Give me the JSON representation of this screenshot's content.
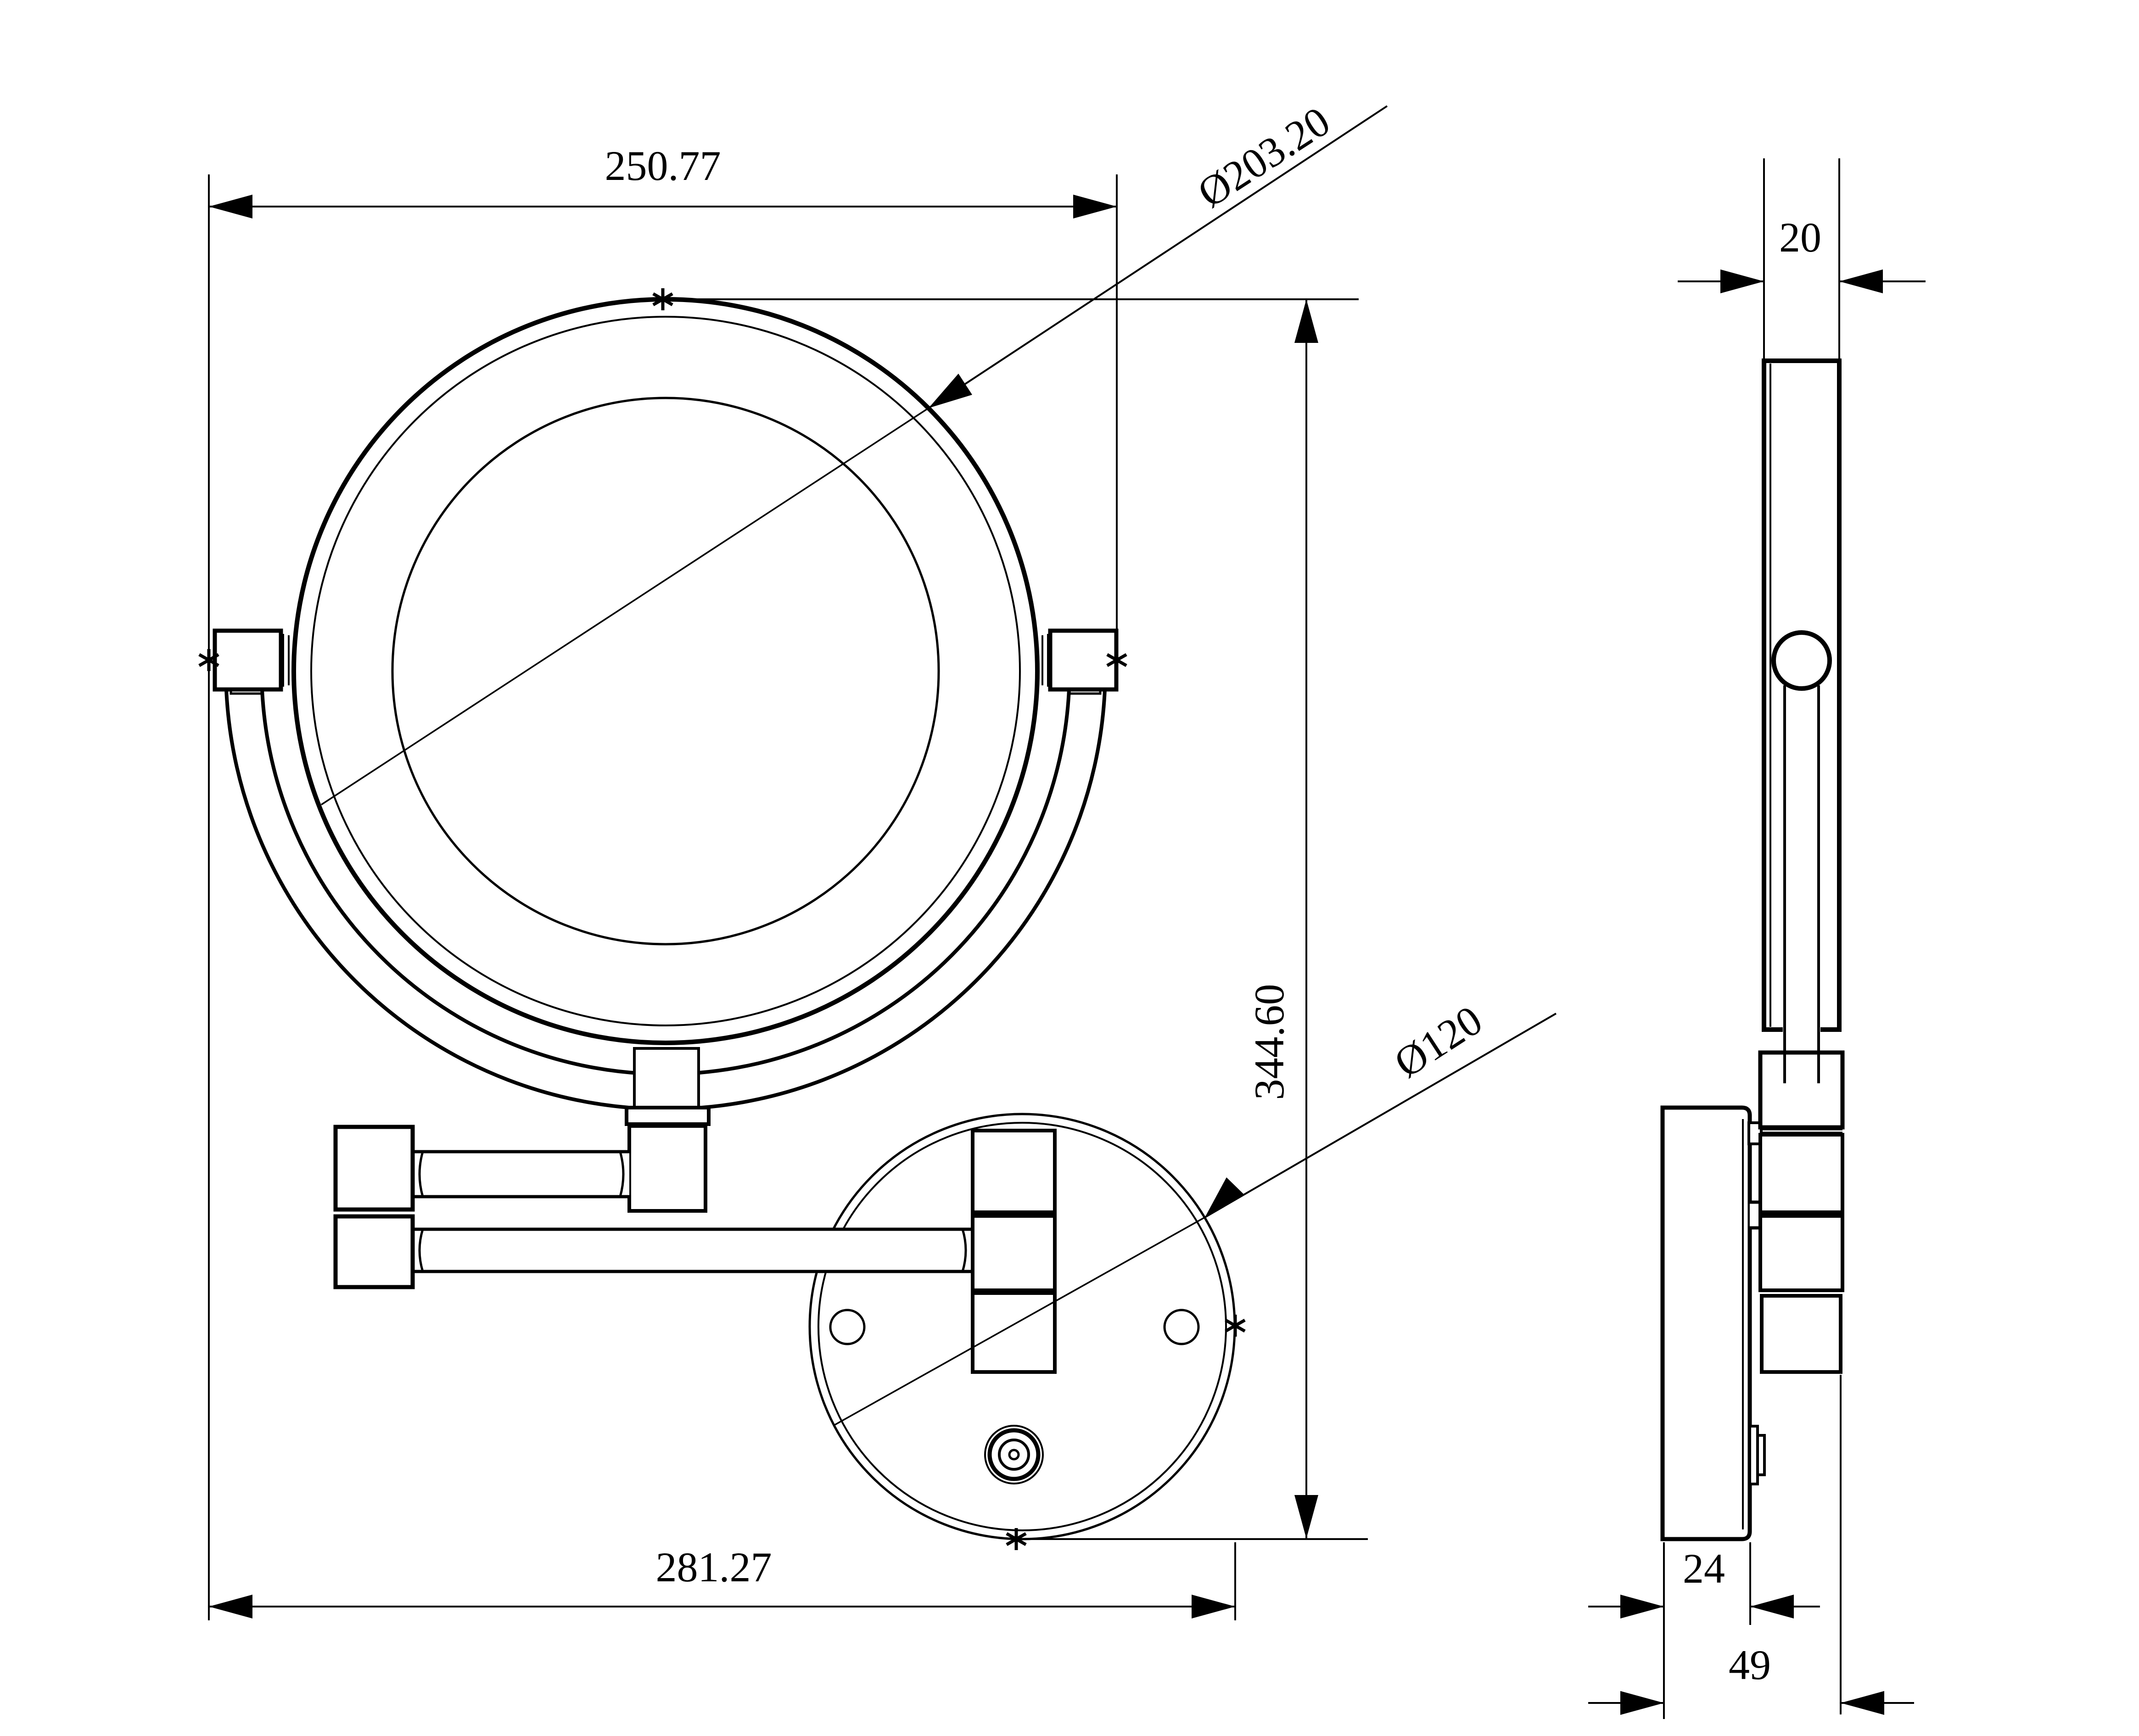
{
  "drawing": {
    "type": "engineering-2d-drawing",
    "subject": "wall-mounted extendable round makeup mirror",
    "background_color": "#ffffff",
    "line_color": "#000000",
    "views": [
      {
        "id": "front-view",
        "description": "front elevation: round mirror with C-fork, folding double arm and round wall plate"
      },
      {
        "id": "side-view",
        "description": "side elevation: mirror panel thickness, pivot, hinge stack and wall plate depth"
      }
    ]
  },
  "dimensions": {
    "top_width": "250.77",
    "mirror_diameter": "Ø203.20",
    "overall_height": "344.60",
    "wall_plate_diameter": "Ø120",
    "bottom_width": "281.27",
    "panel_thickness": "20",
    "plate_depth": "24",
    "overall_depth": "49"
  }
}
